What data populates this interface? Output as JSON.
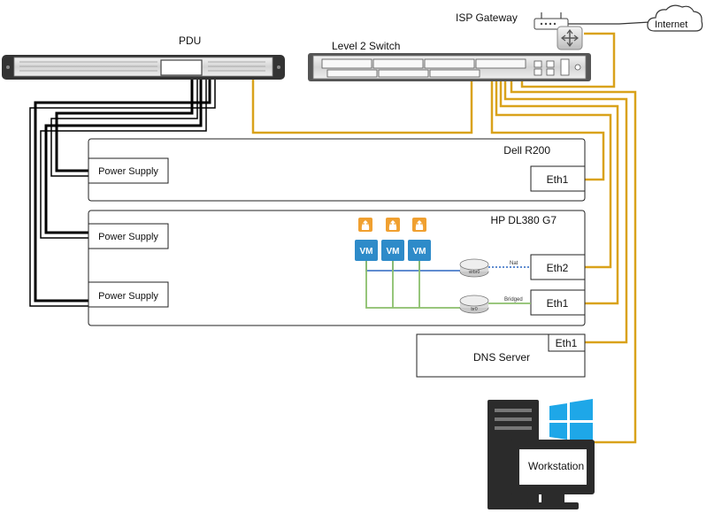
{
  "labels": {
    "pdu": "PDU",
    "switch": "Level 2 Switch",
    "isp": "ISP Gateway",
    "internet": "Internet",
    "dell": "Dell R200",
    "hp": "HP DL380 G7",
    "dns": "DNS Server",
    "workstation": "Workstation",
    "power_supply": "Power Supply",
    "eth1": "Eth1",
    "eth2": "Eth2",
    "vm": "VM",
    "nat": "Nat",
    "bridged": "Bridged",
    "virbr0": "virbr0",
    "br0": "br0"
  },
  "colors": {
    "ethernet": "#d9a21b",
    "power": "#000000",
    "vm_blue": "#2e8bc9",
    "linux_orange": "#f0a030",
    "windows_blue": "#1ea7e8",
    "bridge_green": "#8bbf6b",
    "nat_blue": "#4a7cc9"
  }
}
